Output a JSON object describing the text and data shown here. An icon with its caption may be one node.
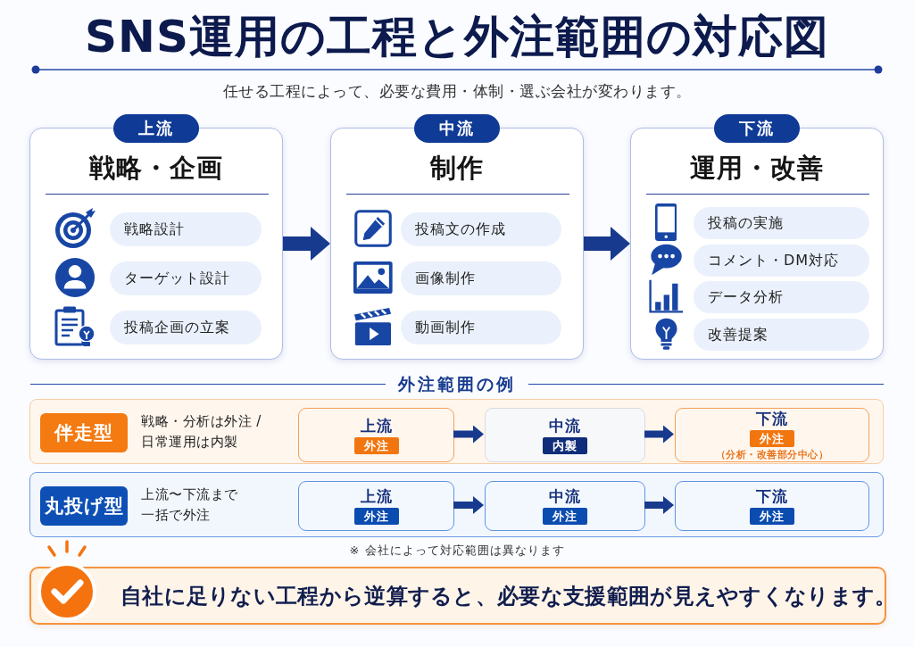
{
  "diagram": {
    "title": "SNS運用の工程と外注範囲の対応図",
    "nodes": [
      {
        "text": [
          "上流",
          "戦略・企画"
        ]
      },
      {
        "text": [
          "戦略設計"
        ],
        "in": 0
      },
      {
        "text": [
          "ターゲット設計"
        ],
        "in": 0
      },
      {
        "text": [
          "投稿企画の立案"
        ],
        "in": 0
      },
      {
        "text": [
          "中流",
          "制作"
        ]
      },
      {
        "text": [
          "投稿文の作成"
        ],
        "in": 4
      },
      {
        "text": [
          "画像制作"
        ],
        "in": 4
      },
      {
        "text": [
          "動画制作"
        ],
        "in": 4
      },
      {
        "text": [
          "下流",
          "運用・改善"
        ]
      },
      {
        "text": [
          "投稿の実施"
        ],
        "in": 8
      },
      {
        "text": [
          "コメント・DM対応"
        ],
        "in": 8
      },
      {
        "text": [
          "データ分析"
        ],
        "in": 8
      },
      {
        "text": [
          "改善提案"
        ],
        "in": 8
      },
      {
        "text": [
          "戦略・分析は外注 /日常運用は内製"
        ]
      },
      {
        "text": [
          "伴走型"
        ],
        "in": 13
      },
      {
        "text": [
          "上流",
          "外注"
        ],
        "in": 13
      },
      {
        "text": [
          "中流",
          "内製"
        ],
        "in": 13
      },
      {
        "text": [
          "下流",
          "外注",
          "（分析・改善部分中心）"
        ],
        "in": 13
      },
      {
        "text": [
          "上流〜下流まで一括で外注"
        ]
      },
      {
        "text": [
          "丸投げ型"
        ],
        "in": 18
      },
      {
        "text": [
          "上流",
          "外注"
        ],
        "in": 18
      },
      {
        "text": [
          "中流",
          "外注"
        ],
        "in": 18
      },
      {
        "text": [
          "下流",
          "外注"
        ],
        "in": 18
      },
      {
        "text": [
          "自社に足りない工程から逆算すると、**必要な支援範囲が見えやすくなります。**"
        ]
      }
    ],
    "edges": [
      {
        "from": 0,
        "to": 4,
        "arrow": "to"
      },
      {
        "from": 4,
        "to": 8,
        "arrow": "to"
      },
      {
        "from": 15,
        "to": 16,
        "arrow": "to"
      },
      {
        "from": 16,
        "to": 17,
        "arrow": "to"
      },
      {
        "from": 20,
        "to": 21,
        "arrow": "to"
      },
      {
        "from": 21,
        "to": 22,
        "arrow": "to"
      }
    ],
    "labels": [
      "任せる工程によって、必要な費用・体制・選ぶ会社が変わります。",
      "外注範囲の例",
      "※ 会社によって対応範囲は異なります"
    ]
  }
}
